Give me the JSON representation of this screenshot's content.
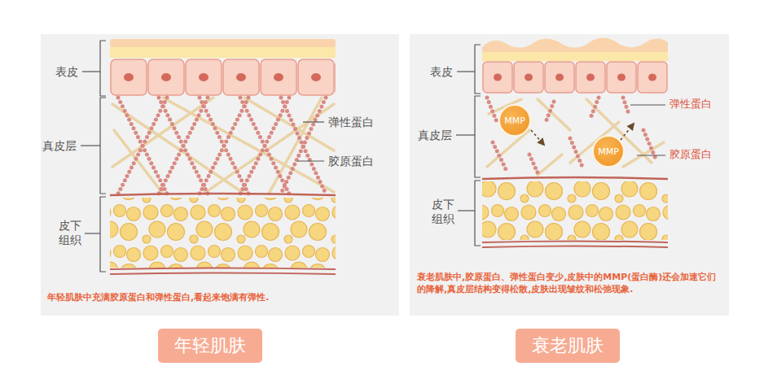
{
  "diagram": {
    "nodes": [
      {
        "text": [
          "MMP"
        ]
      },
      {
        "text": [
          "MMP"
        ]
      },
      {
        "text": [
          "年轻肌肤"
        ]
      },
      {
        "text": [
          "衰老肌肤"
        ]
      }
    ],
    "labels": [
      "表皮",
      "真皮层",
      "皮下组织",
      "弹性蛋白",
      "胶原蛋白",
      "年轻肌肤中充满胶原蛋白和弹性蛋白,看起来饱满有弹性.",
      "表皮",
      "真皮层",
      "皮下组织",
      "弹性蛋白",
      "胶原蛋白",
      "衰老肌肤中,胶原蛋白、弹性蛋白变少,皮肤中的MMP(蛋白酶)还会加速它们的降解,真皮层结构变得松散,皮肤出现皱纹和松弛现象."
    ]
  }
}
